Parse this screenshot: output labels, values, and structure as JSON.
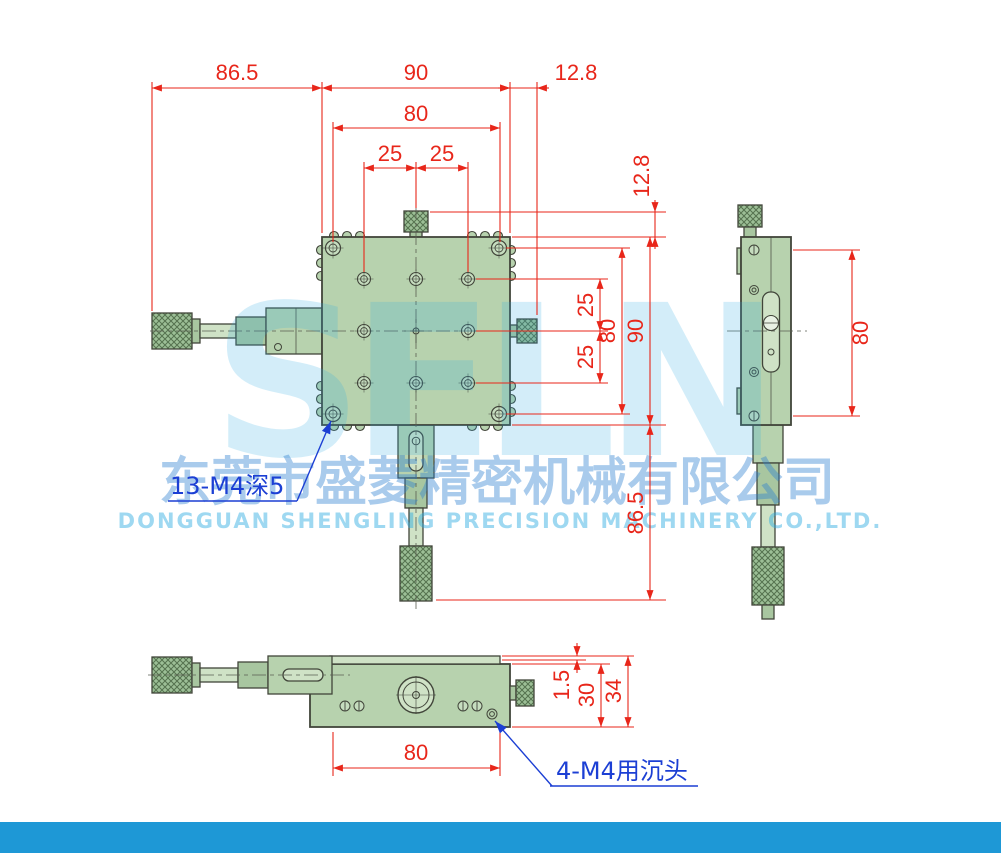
{
  "watermark": {
    "logo": "SELN",
    "company_cn": "东莞市盛菱精密机械有限公司",
    "company_en": "DONGGUAN SHENGLING PRECISION MACHINERY CO.,LTD."
  },
  "annotations": {
    "thread_holes": "13-M4深5",
    "counterbore": "4-M4用沉头"
  },
  "dims": {
    "top": {
      "left_width": "86.5",
      "body_width": "90",
      "knob_offset": "12.8",
      "hole_span": "80",
      "pitch_left": "25",
      "pitch_right": "25"
    },
    "right": {
      "knob_offset": "12.8",
      "pitch_top": "25",
      "pitch_bottom": "25",
      "hole_span": "80",
      "body_height": "90",
      "mic_length": "86.5"
    },
    "side": {
      "hole_span": "80"
    },
    "bottom": {
      "plate_step": "1.5",
      "base_height": "30",
      "total_height": "34",
      "hole_span": "80"
    }
  },
  "colors": {
    "dim_red": "#e8261a",
    "label_blue": "#1c3fd4",
    "body_green": "#b7d2ae",
    "watermark_blue": "#29abe2",
    "footer_blue": "#1e98d6"
  }
}
